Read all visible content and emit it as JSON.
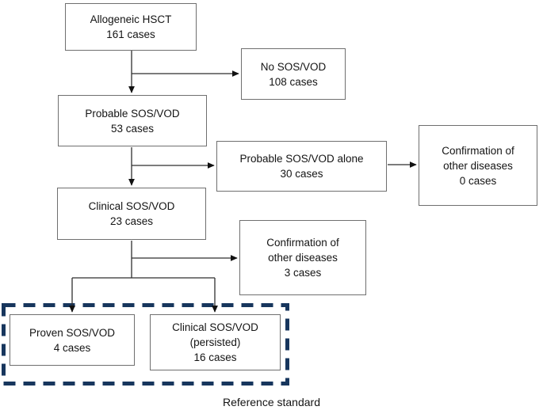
{
  "diagram": {
    "nodes": {
      "allogeneic": {
        "line1": "Allogeneic HSCT",
        "line2": "161 cases"
      },
      "no_sos": {
        "line1": "No SOS/VOD",
        "line2": "108 cases"
      },
      "probable": {
        "line1": "Probable SOS/VOD",
        "line2": "53 cases"
      },
      "probable_alone": {
        "line1": "Probable SOS/VOD alone",
        "line2": "30 cases"
      },
      "confirmation_0": {
        "line1": "Confirmation of",
        "line2": "other diseases",
        "line3": "0 cases"
      },
      "clinical": {
        "line1": "Clinical SOS/VOD",
        "line2": "23 cases"
      },
      "confirmation_3": {
        "line1": "Confirmation of",
        "line2": "other diseases",
        "line3": "3 cases"
      },
      "proven": {
        "line1": "Proven SOS/VOD",
        "line2": "4 cases"
      },
      "persisted": {
        "line1": "Clinical SOS/VOD",
        "line2": "(persisted)",
        "line3": "16 cases"
      }
    },
    "caption": "Reference standard",
    "colors": {
      "dashed_border": "#17365d",
      "box_border": "#6f6f6f",
      "connector_line": "#2f2f2f",
      "arrowhead": "#111111",
      "text": "#141414",
      "background": "#ffffff"
    }
  }
}
